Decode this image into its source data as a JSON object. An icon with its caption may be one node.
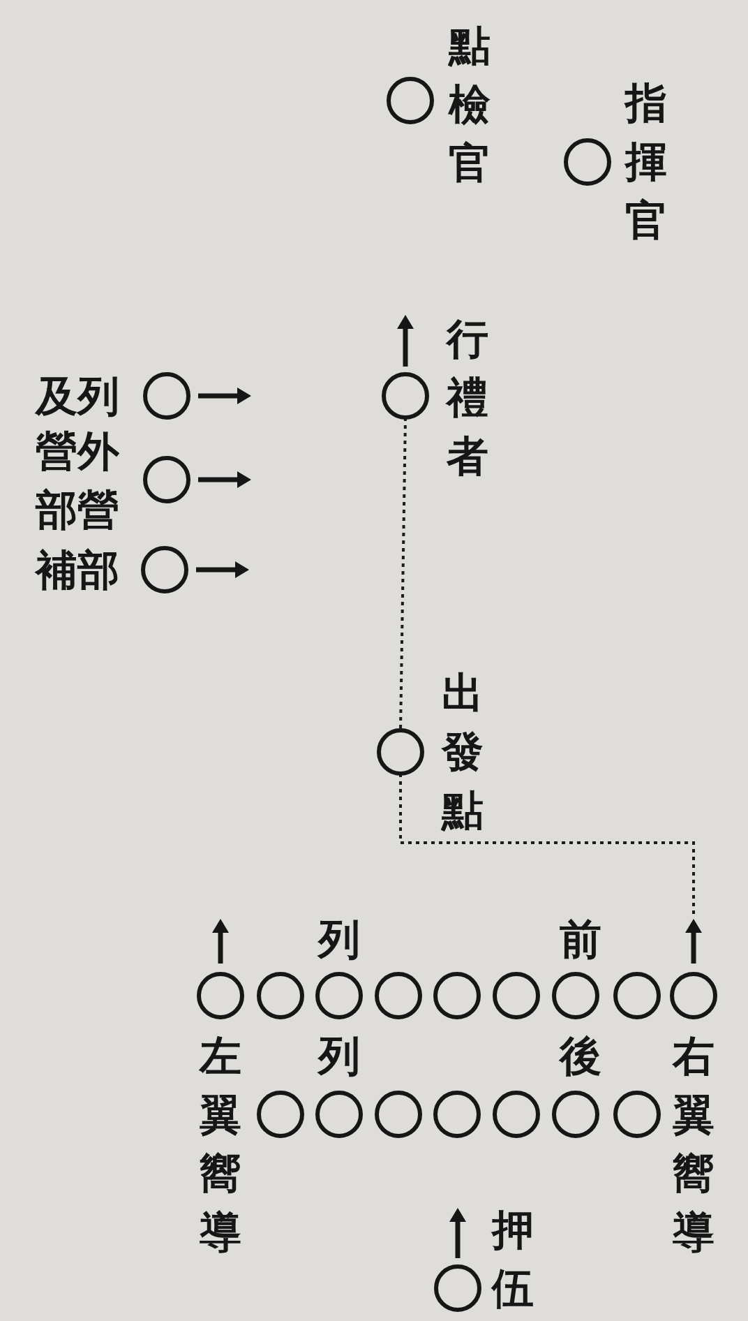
{
  "diagram": {
    "nodes": [
      {
        "text": [
          "點檢官"
        ]
      },
      {
        "text": [
          "指揮官"
        ]
      },
      {
        "text": [
          "行禮者"
        ]
      },
      {
        "text": [
          "及列"
        ]
      },
      {
        "text": [
          "營外部營"
        ]
      },
      {
        "text": [
          "補部"
        ]
      },
      {
        "text": [
          "出發點"
        ]
      },
      {
        "text": [
          "左翼嚮導"
        ]
      },
      {
        "text": [],
        "shape": "circle"
      },
      {
        "text": [],
        "shape": "circle"
      },
      {
        "text": [],
        "shape": "circle"
      },
      {
        "text": [],
        "shape": "circle"
      },
      {
        "text": [],
        "shape": "circle"
      },
      {
        "text": [],
        "shape": "circle"
      },
      {
        "text": [],
        "shape": "circle"
      },
      {
        "text": [
          "右翼嚮導"
        ]
      },
      {
        "text": [],
        "shape": "circle"
      },
      {
        "text": [],
        "shape": "circle"
      },
      {
        "text": [],
        "shape": "circle"
      },
      {
        "text": [],
        "shape": "circle"
      },
      {
        "text": [],
        "shape": "circle"
      },
      {
        "text": [],
        "shape": "circle"
      },
      {
        "text": [],
        "shape": "circle"
      },
      {
        "text": [
          "押伍"
        ]
      }
    ],
    "edges": [
      {
        "from": 2,
        "to": 6,
        "arrow": "none",
        "style": "dashed"
      },
      {
        "from": 6,
        "to": 15,
        "arrow": "none",
        "style": "dashed"
      }
    ],
    "labels": [
      "列",
      "前",
      "列",
      "後"
    ]
  }
}
